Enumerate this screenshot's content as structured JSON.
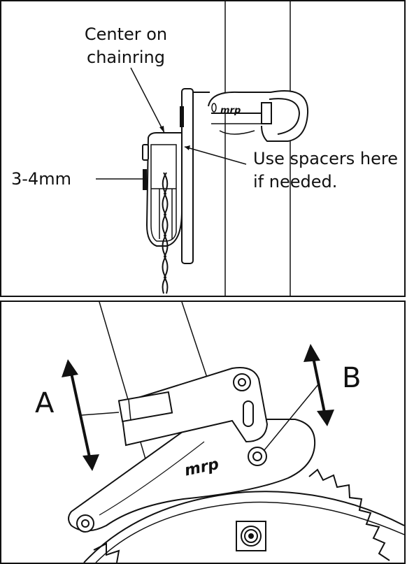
{
  "top_panel": {
    "center_label_line1": "Center on",
    "center_label_line2": "chainring",
    "spacer_label_line1": "Use spacers here",
    "spacer_label_line2": "if needed.",
    "gap_label": "3-4mm",
    "brand_mark": "mrp"
  },
  "bottom_panel": {
    "label_a": "A",
    "label_b": "B",
    "brand_mark": "mrp"
  },
  "colors": {
    "ink": "#111111",
    "paper": "#ffffff",
    "fill_light": "#f2f2f2"
  }
}
